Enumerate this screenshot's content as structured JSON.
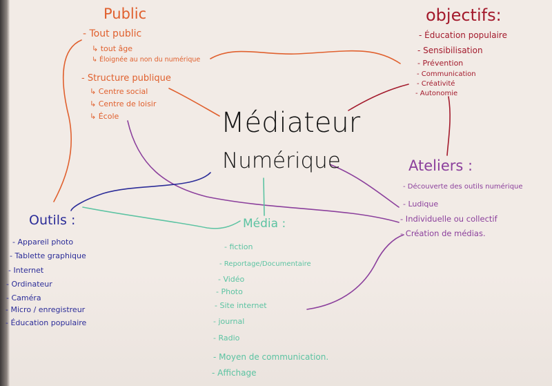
{
  "colors": {
    "public": "#e0602e",
    "objectifs": "#a31a2c",
    "ateliers": "#8b3f9c",
    "outils": "#2b2c98",
    "media": "#5cc3a2",
    "center": "#151515",
    "paper": "#f2ebe6"
  },
  "center": {
    "line1": "Médiateur",
    "line2": "Numérique"
  },
  "public": {
    "title": "Public",
    "items": [
      "- Tout public",
      "↳ tout âge",
      "↳ Éloignée au non du numérique",
      "- Structure publique",
      "↳ Centre social",
      "↳ Centre de loisir",
      "↳ École"
    ]
  },
  "objectifs": {
    "title": "objectifs:",
    "items": [
      "- Éducation populaire",
      "- Sensibilisation",
      "- Prévention",
      "- Communication",
      "- Créativité",
      "- Autonomie"
    ]
  },
  "ateliers": {
    "title": "Ateliers :",
    "items": [
      "- Découverte des outils numérique",
      "- Ludique",
      "- Individuelle ou collectif",
      "- Création de médias."
    ]
  },
  "outils": {
    "title": "Outils :",
    "items": [
      "- Appareil photo",
      "- Tablette graphique",
      "- Internet",
      "- Ordinateur",
      "- Caméra",
      "- Micro / enregistreur",
      "- Éducation populaire"
    ]
  },
  "media": {
    "title": "Média :",
    "items": [
      "- fiction",
      "- Reportage/Documentaire",
      "- Vidéo",
      "- Photo",
      "- Site internet",
      "- journal",
      "- Radio",
      "- Moyen de communication.",
      "- Affichage"
    ]
  }
}
